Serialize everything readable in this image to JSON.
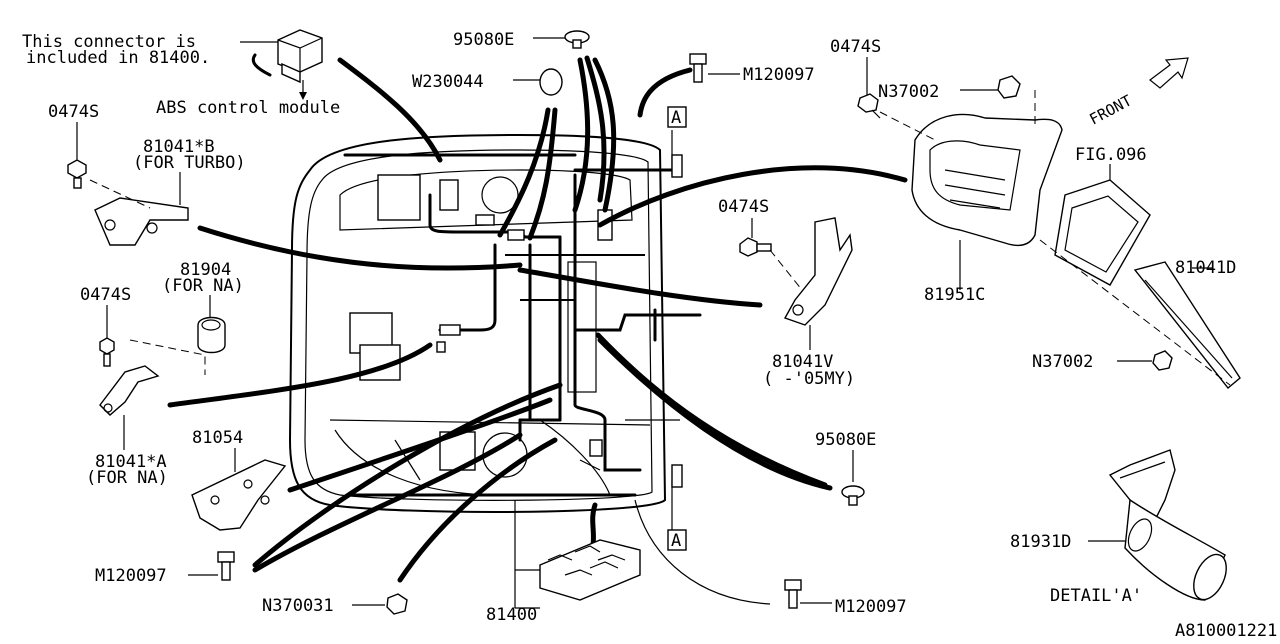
{
  "diagram": {
    "note_line1": "This connector is",
    "note_line2": "included in 81400.",
    "abs_label": "ABS control module",
    "doc_id": "A810001221",
    "front_label": "FRONT",
    "detail_label": "DETAIL'A'",
    "callout_a": "A",
    "parts": {
      "clip_95080e_top": "95080E",
      "plug_w230044": "W230044",
      "bolt_m120097_top": "M120097",
      "bolt_0474s_right": "0474S",
      "nut_n37002_top": "N37002",
      "fig_096": "FIG.096",
      "bracket_81041b": "81041*B",
      "bracket_81041b_note": "(FOR TURBO)",
      "bolt_0474s_left_top": "0474S",
      "clamp_81904": "81904",
      "clamp_81904_note": "(FOR NA)",
      "bolt_0474s_left_mid": "0474S",
      "bolt_0474s_center": "0474S",
      "bracket_81041v": "81041V",
      "bracket_81041v_note": "(  -'05MY)",
      "cover_81951c": "81951C",
      "bracket_81041d": "81041D",
      "nut_n37002_right": "N37002",
      "bracket_81041a": "81041*A",
      "bracket_81041a_note": "(FOR NA)",
      "bracket_81054": "81054",
      "clip_95080e_right": "95080E",
      "clamp_81931d": "81931D",
      "bolt_m120097_bottom_left": "M120097",
      "nut_n370031": "N370031",
      "harness_81400": "81400",
      "bolt_m120097_bottom_right": "M120097"
    }
  }
}
